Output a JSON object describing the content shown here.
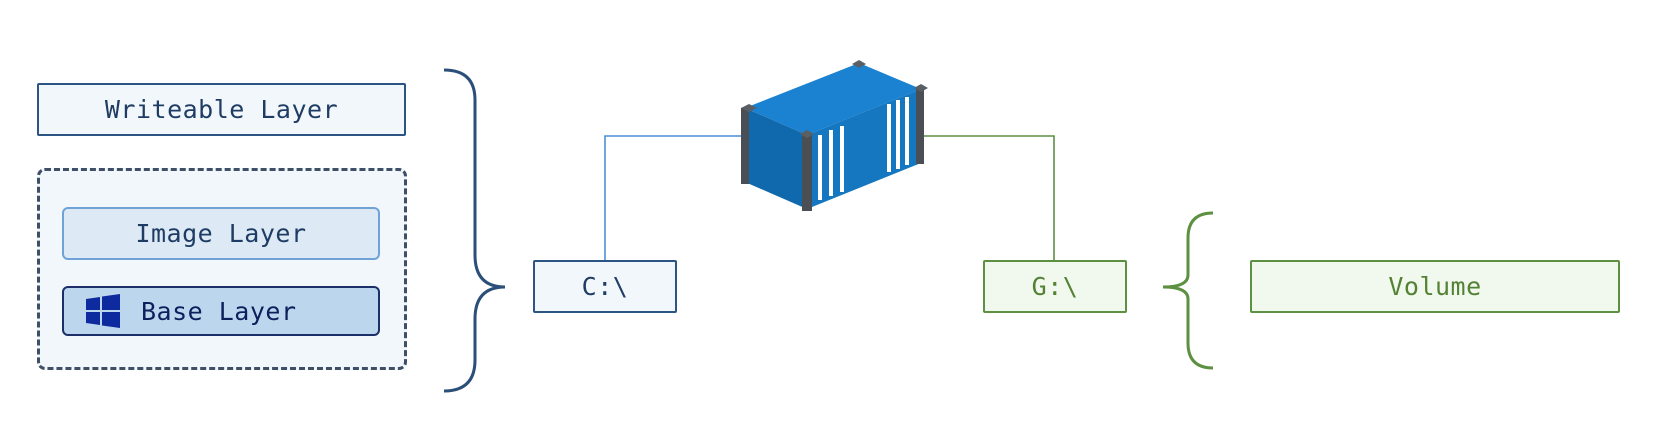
{
  "layers": {
    "writeable": "Writeable Layer",
    "image": "Image Layer",
    "base": "Base Layer"
  },
  "drives": {
    "container_drive": "C:\\",
    "volume_drive": "G:\\"
  },
  "volume": "Volume",
  "colors": {
    "navy": "#1f3d64",
    "blue_line": "#4a90d9",
    "green": "#548234",
    "container_blue": "#1477c0",
    "windows_logo": "#0d2a9e"
  },
  "icons": {
    "base": "windows-logo-icon",
    "center": "shipping-container-icon"
  }
}
